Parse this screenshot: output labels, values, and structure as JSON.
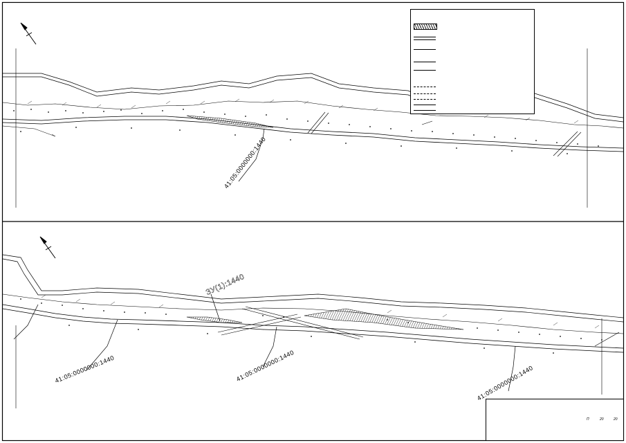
{
  "legend": {
    "title": "",
    "items": [
      {
        "swatch": "hatched-band",
        "text": ""
      },
      {
        "swatch": "double-line",
        "text": ""
      },
      {
        "swatch": "thin-line",
        "text": ""
      },
      {
        "swatch": "thin-line",
        "text": ""
      },
      {
        "swatch": "thin-line",
        "text": ""
      },
      {
        "swatch": "code-text",
        "code": "",
        "text": ""
      },
      {
        "swatch": "dash-line",
        "text": ""
      },
      {
        "swatch": "dash-line",
        "text": ""
      },
      {
        "swatch": "dash-line",
        "text": ""
      },
      {
        "swatch": "thick-line",
        "text": ""
      },
      {
        "swatch": "thin-line",
        "text": ""
      }
    ]
  },
  "labels": {
    "parcel_code_1": "41:05:0000000:1440",
    "parcel_code_2": "41:05:0000000:1440",
    "parcel_code_3": "41:05:0000000:1440",
    "parcel_code_4": "41:05:0000000:1440",
    "zu_label": "ЗУ(1):1440",
    "left_edge_top": "",
    "right_edge_top": "",
    "left_edge_bottom": "",
    "right_edge_bottom": ""
  },
  "stamp": {
    "code": "",
    "stage": "П",
    "sheet": "20",
    "sheets": "20",
    "format_note": ""
  },
  "colors": {
    "ink": "#000000",
    "paper": "#ffffff",
    "hatch": "#333333"
  }
}
